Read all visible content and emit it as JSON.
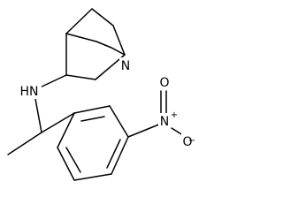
{
  "molecule": {
    "atoms": {
      "n_quinuclidine": "N",
      "n_amine": "HN",
      "n_nitro": "N",
      "n_nitro_charge": "+",
      "o_nitro_top": "O",
      "o_nitro_right": "O",
      "o_nitro_right_charge": "−"
    }
  }
}
